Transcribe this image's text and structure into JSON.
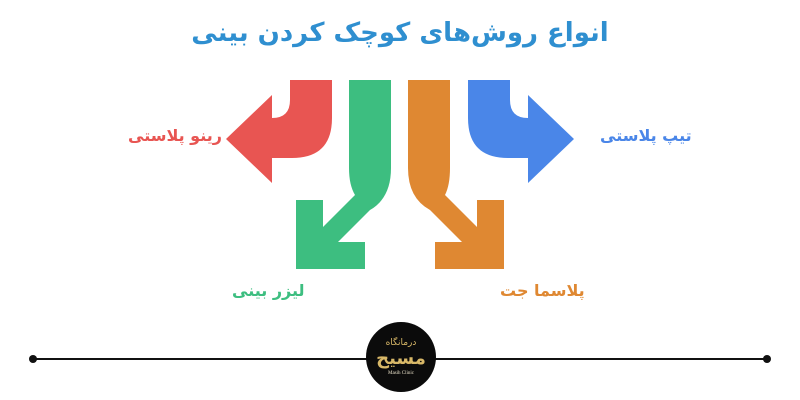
{
  "title": "انواع روش‌های کوچک کردن بینی",
  "methods": [
    {
      "label": "رینو پلاستی",
      "color": "#e85552"
    },
    {
      "label": "تیپ پلاستی",
      "color": "#4a86e8"
    },
    {
      "label": "لیزر بینی",
      "color": "#3dbe80"
    },
    {
      "label": "پلاسما جت",
      "color": "#df8832"
    }
  ],
  "logo": {
    "line1": "درمانگاه",
    "line2": "مسیح",
    "line3": "Masih Clinic"
  }
}
